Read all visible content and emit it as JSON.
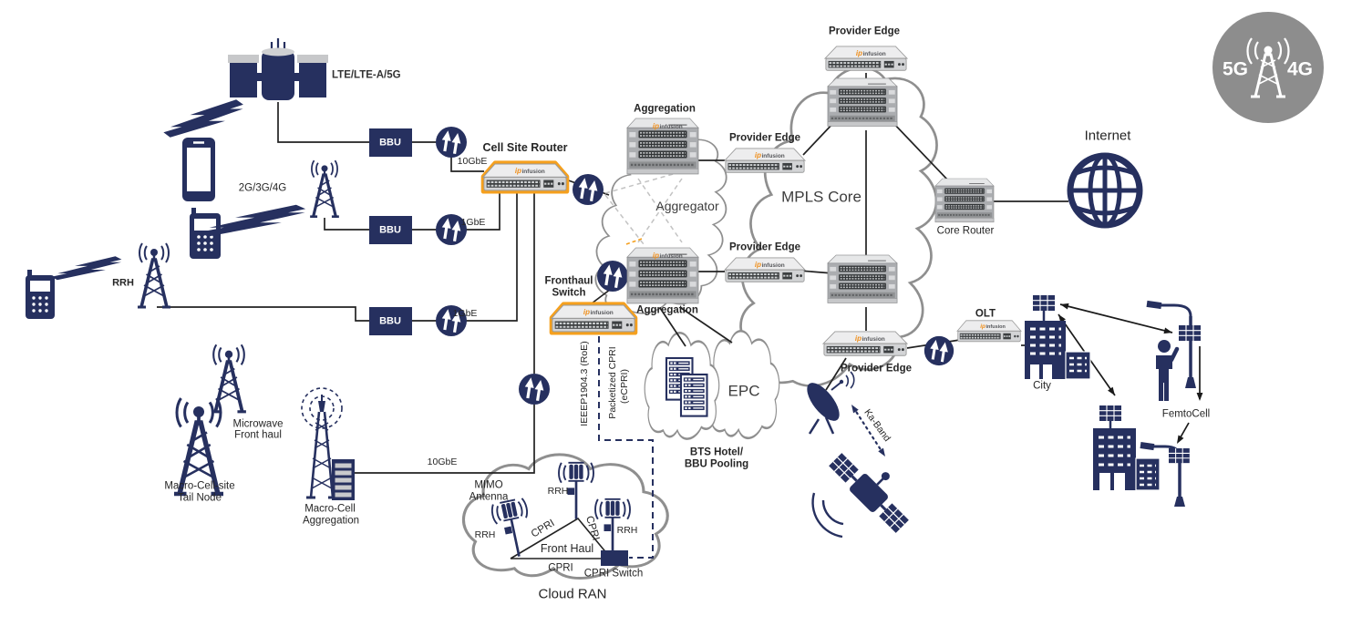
{
  "brand": {
    "ip": "ip",
    "infusion": "infusion"
  },
  "badge": {
    "left": "5G",
    "right": "4G"
  },
  "nodes": {
    "lte": "LTE/LTE-A/5G",
    "radio_2g3g4g": "2G/3G/4G",
    "rrh": "RRH",
    "bbu": "BBU",
    "cell_site_router": "Cell Site Router",
    "fronthaul_1": "Fronthaul",
    "fronthaul_2": "Switch",
    "aggregation": "Aggregation",
    "aggregator": "Aggregator",
    "provider_edge": "Provider Edge",
    "mpls_core": "MPLS Core",
    "core_router": "Core Router",
    "internet": "Internet",
    "olt": "OLT",
    "city": "City",
    "femtocell": "FemtoCell",
    "epc": "EPC",
    "bts_1": "BTS Hotel/",
    "bts_2": "BBU Pooling",
    "cloud_ran": "Cloud RAN",
    "mimo_1": "MIMO",
    "mimo_2": "Antenna",
    "cpri": "CPRI",
    "front_haul": "Front Haul",
    "cpri_switch": "CPRI Switch",
    "macro_site_1": "Macro-Cell-site",
    "macro_site_2": "Tail Node",
    "microwave_1": "Microwave",
    "microwave_2": "Front haul",
    "macro_agg_1": "Macro-Cell",
    "macro_agg_2": "Aggregation"
  },
  "links": {
    "speed_10gbe": "10GbE",
    "speed_1gbe": "1GbE",
    "speed_10gbe_macro": "10GbE",
    "roe": "IEEEP1904.3 (RoE)",
    "pcpri_1": "Packetized CPRI",
    "pcpri_2": "(eCPRI)",
    "ka_band": "Ka-Band"
  },
  "colors": {
    "navy": "#26305f",
    "orange": "#f5a01e",
    "badge_gray": "#8d8d8d",
    "cloud_stroke": "#8f8f8f"
  }
}
